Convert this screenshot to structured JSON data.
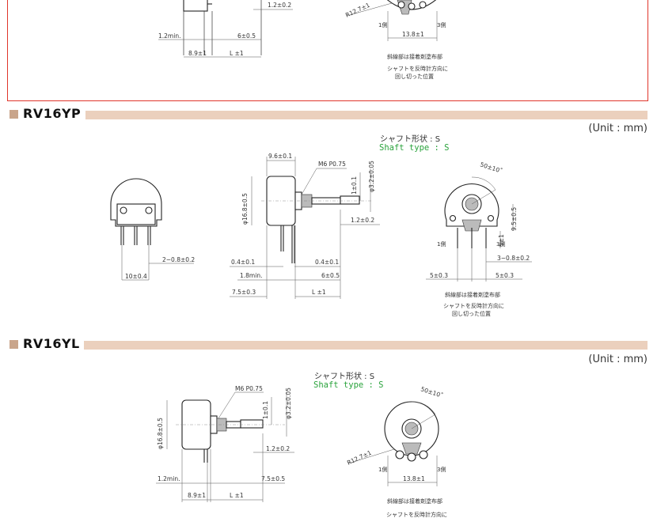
{
  "top_fragment": {
    "dims": [
      "1.2±0.2",
      "1.2min.",
      "6±0.5",
      "8.9±1",
      "L ±1",
      "R12.7±1",
      "13.8±1"
    ],
    "pin_labels": [
      "1側",
      "3側"
    ],
    "notes": [
      "斜線部は接着剤塗布部",
      "シャフトを反時計方向に",
      "回し切った位置"
    ]
  },
  "rv16yp": {
    "title": "RV16YP",
    "unit": "(Unit : mm)",
    "shaft_ja": "シャフト形状 : S",
    "shaft_en": "Shaft type : S",
    "front_dims": [
      "2−0.8±0.2",
      "10±0.4"
    ],
    "side_dims": [
      "9.6±0.1",
      "M6 P0.75",
      "φ16.8±0.5",
      "1±0.1",
      "φ3.2±0.05",
      "1.2±0.2",
      "0.4±0.1",
      "0.4±0.1",
      "1.8min.",
      "6±0.5",
      "7.5±0.3",
      "L ±1"
    ],
    "back_dims": [
      "50±10˚",
      "9.5±0.5",
      "5±1",
      "3−0.8±0.2",
      "5±0.3",
      "5±0.3"
    ],
    "pin_labels": [
      "1側",
      "3側"
    ],
    "notes": [
      "斜線部は接着剤塗布部",
      "シャフトを反時計方向に",
      "回し切った位置"
    ]
  },
  "rv16yl": {
    "title": "RV16YL",
    "unit": "(Unit : mm)",
    "shaft_ja": "シャフト形状 : S",
    "shaft_en": "Shaft type : S",
    "side_dims": [
      "M6 P0.75",
      "φ16.8±0.5",
      "1±0.1",
      "φ3.2±0.05",
      "1.2±0.2",
      "1.2min.",
      "7.5±0.5",
      "8.9±1",
      "L ±1"
    ],
    "back_dims": [
      "50±10˚",
      "R12.7±1",
      "13.8±1"
    ],
    "pin_labels": [
      "1側",
      "3側"
    ],
    "notes": [
      "斜線部は接着剤塗布部",
      "シャフトを反時計方向に"
    ]
  },
  "colors": {
    "accent_red": "#e0352b",
    "header_bar": "#ebd0bd",
    "header_square": "#c9a58b",
    "shaft_green": "#2aa33c"
  }
}
